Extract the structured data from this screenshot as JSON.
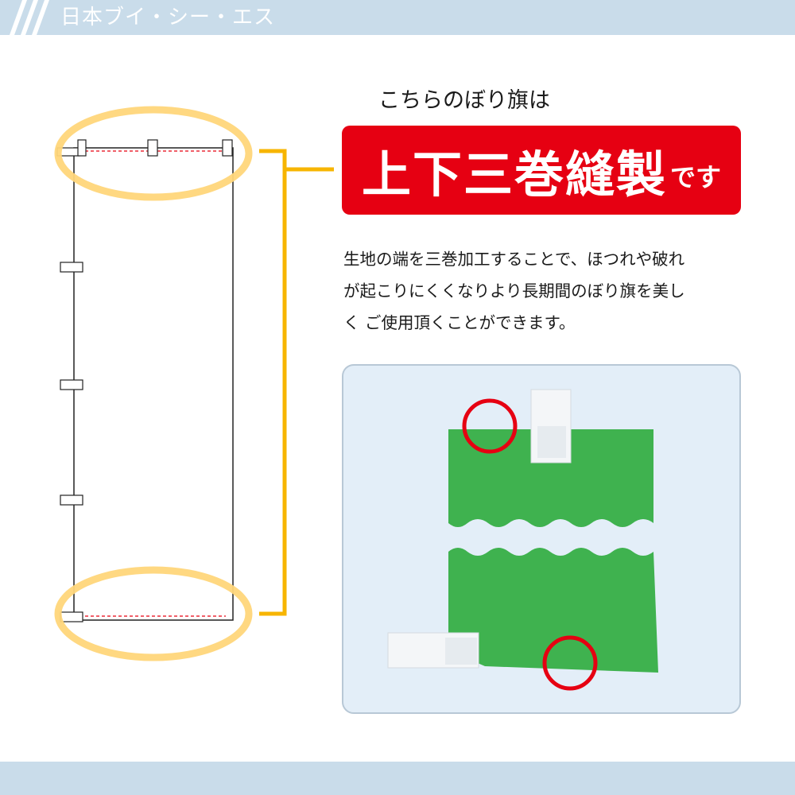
{
  "brand": {
    "name": "日本ブイ・シー・エス"
  },
  "intro": "こちらのぼり旗は",
  "headline": {
    "main": "上下三巻縫製",
    "suffix": "です"
  },
  "description": [
    "生地の端を三巻加工することで、ほつれや破れ",
    "が起こりにくくなりより長期間のぼり旗を美し",
    "く ご使用頂くことができます。"
  ],
  "colors": {
    "header_bar": "#c9dcea",
    "headline_bg": "#e60012",
    "highlight_ring": "#ffd67a",
    "connector": "#f7b500",
    "fabric": "#3fb24f",
    "marker_ring": "#e60012",
    "panel_bg": "#e3eef8"
  }
}
